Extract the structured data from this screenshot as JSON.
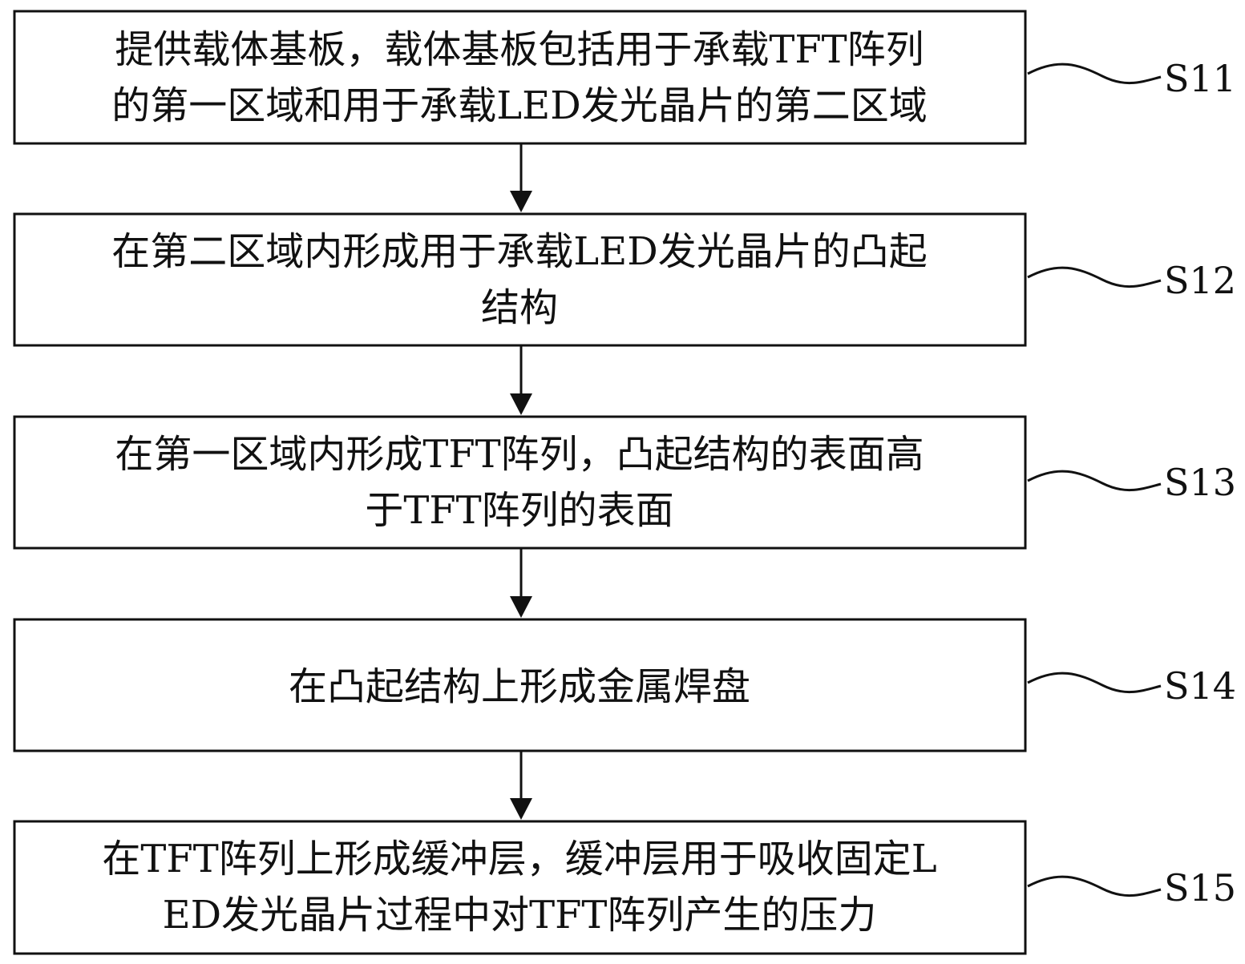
{
  "steps": [
    {
      "id": "S11",
      "lines": [
        "提供载体基板，载体基板包括用于承载TFT阵列",
        "的第一区域和用于承载LED发光晶片的第二区域"
      ]
    },
    {
      "id": "S12",
      "lines": [
        "在第二区域内形成用于承载LED发光晶片的凸起",
        "结构"
      ]
    },
    {
      "id": "S13",
      "lines": [
        "在第一区域内形成TFT阵列，凸起结构的表面高",
        "于TFT阵列的表面"
      ]
    },
    {
      "id": "S14",
      "lines": [
        "在凸起结构上形成金属焊盘"
      ]
    },
    {
      "id": "S15",
      "lines": [
        "在TFT阵列上形成缓冲层，缓冲层用于吸收固定L",
        "ED发光晶片过程中对TFT阵列产生的压力"
      ]
    }
  ]
}
